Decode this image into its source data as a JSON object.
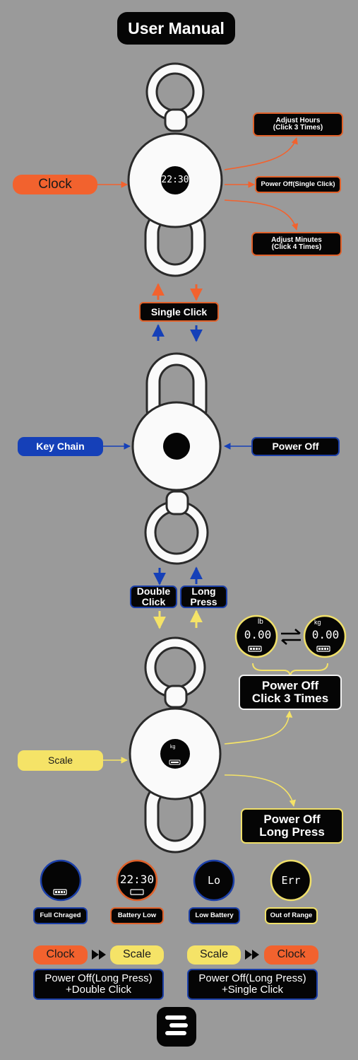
{
  "title": "User Manual",
  "clock_section": {
    "label": "Clock",
    "display": "22:30",
    "adjust_hours": [
      "Adjust Hours",
      "(Click 3 Times)"
    ],
    "power_off": "Power Off(Single Click)",
    "adjust_minutes": [
      "Adjust Minutes",
      "(Click 4 Times)"
    ]
  },
  "single_click": "Single Click",
  "keychain_section": {
    "label": "Key Chain",
    "power_off": "Power Off"
  },
  "mode_switch": {
    "double_click": [
      "Double",
      "Click"
    ],
    "long_press": [
      "Long",
      "Press"
    ]
  },
  "scale_section": {
    "label": "Scale",
    "unit_lb": "lb",
    "unit_kg": "kg",
    "lb_value": "0.00",
    "kg_value": "0.00",
    "power_off_click": [
      "Power Off",
      "Click 3 Times"
    ],
    "power_off_long": [
      "Power Off",
      "Long Press"
    ]
  },
  "status_icons": [
    {
      "label": "Full Chraged",
      "display": ""
    },
    {
      "label": "Battery Low",
      "display": "22:30"
    },
    {
      "label": "Low Battery",
      "display": "Lo"
    },
    {
      "label": "Out of Range",
      "display": "Err"
    }
  ],
  "switch_left": {
    "from": "Clock",
    "to": "Scale",
    "action": [
      "Power Off(Long Press)",
      "+Double Click"
    ]
  },
  "switch_right": {
    "from": "Scale",
    "to": "Clock",
    "action": [
      "Power Off(Long Press)",
      "+Single Click"
    ]
  },
  "colors": {
    "background": "#9a9a9a",
    "orange": "#f2622e",
    "blue": "#1540b8",
    "yellow": "#f5e367",
    "dark": "#050505"
  },
  "logo_icon": "brand-logo-icon"
}
